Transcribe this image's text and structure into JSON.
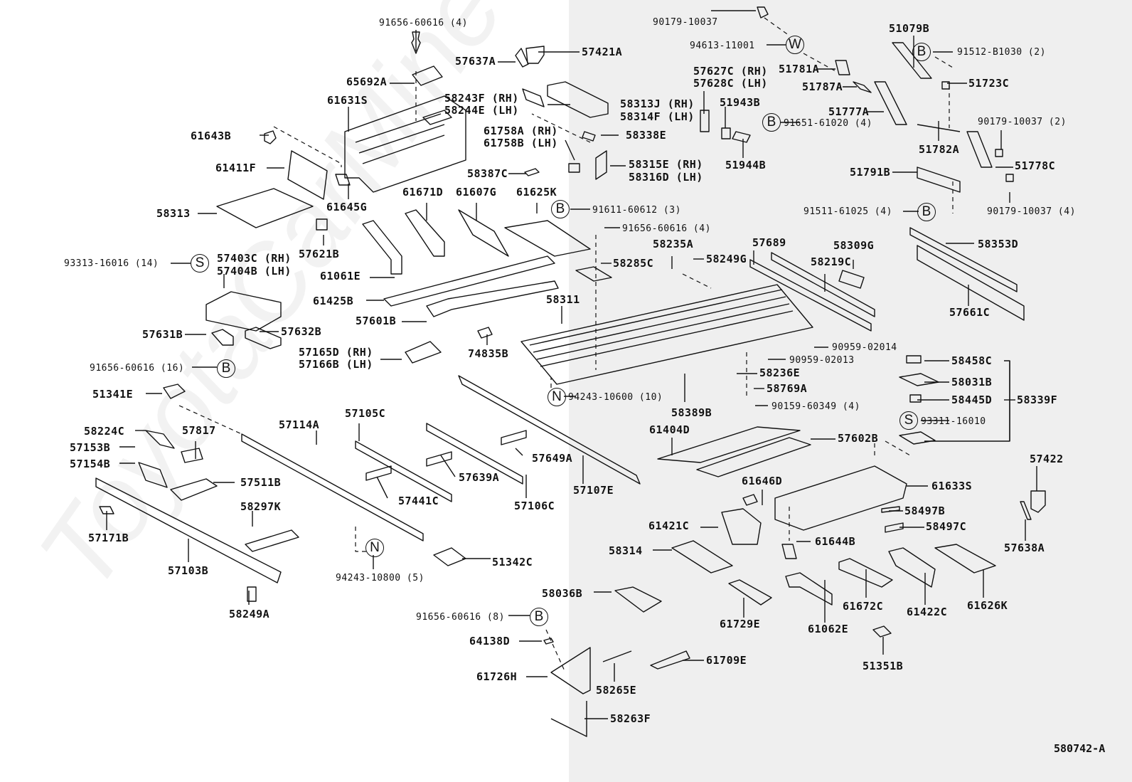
{
  "diagram": {
    "title": "Toyota floor pan & body parts exploded diagram",
    "diagram_id": "580742-A",
    "watermark": "ToyotaCarMine",
    "colors": {
      "left_bg": "#ffffff",
      "right_bg": "#efefef",
      "ink": "#111111"
    },
    "callout_symbols": [
      "B",
      "S",
      "N",
      "W"
    ],
    "labels": [
      {
        "id": "l1",
        "text": "91656-60616 (4)",
        "small": true
      },
      {
        "id": "l2",
        "text": "57637A"
      },
      {
        "id": "l3",
        "text": "57421A"
      },
      {
        "id": "l4",
        "text": "65692A"
      },
      {
        "id": "l5",
        "text": "61631S"
      },
      {
        "id": "l6",
        "text": "58243F (RH)"
      },
      {
        "id": "l7",
        "text": "58244E (LH)"
      },
      {
        "id": "l8",
        "text": "58313J (RH)"
      },
      {
        "id": "l9",
        "text": "58314F (LH)"
      },
      {
        "id": "l10",
        "text": "61643B"
      },
      {
        "id": "l11",
        "text": "61758A (RH)"
      },
      {
        "id": "l12",
        "text": "61758B (LH)"
      },
      {
        "id": "l13",
        "text": "58338E"
      },
      {
        "id": "l14",
        "text": "61411F"
      },
      {
        "id": "l15",
        "text": "58387C"
      },
      {
        "id": "l16",
        "text": "58315E (RH)"
      },
      {
        "id": "l17",
        "text": "58316D (LH)"
      },
      {
        "id": "l18",
        "text": "61645G"
      },
      {
        "id": "l19",
        "text": "61671D"
      },
      {
        "id": "l20",
        "text": "61607G"
      },
      {
        "id": "l21",
        "text": "61625K"
      },
      {
        "id": "l22",
        "text": "58313"
      },
      {
        "id": "l23",
        "text": "91611-60612 (3)",
        "small": true
      },
      {
        "id": "l24",
        "text": "91656-60616 (4)",
        "small": true
      },
      {
        "id": "l25",
        "text": "57621B"
      },
      {
        "id": "l26",
        "text": "93313-16016 (14)",
        "small": true
      },
      {
        "id": "l27",
        "text": "57403C (RH)"
      },
      {
        "id": "l28",
        "text": "57404B (LH)"
      },
      {
        "id": "l29",
        "text": "61061E"
      },
      {
        "id": "l30",
        "text": "58235A"
      },
      {
        "id": "l31",
        "text": "58249G"
      },
      {
        "id": "l32",
        "text": "58285C"
      },
      {
        "id": "l33",
        "text": "61425B"
      },
      {
        "id": "l34",
        "text": "58311"
      },
      {
        "id": "l35",
        "text": "57601B"
      },
      {
        "id": "l36",
        "text": "57631B"
      },
      {
        "id": "l37",
        "text": "57632B"
      },
      {
        "id": "l38",
        "text": "57165D (RH)"
      },
      {
        "id": "l39",
        "text": "57166B (LH)"
      },
      {
        "id": "l40",
        "text": "74835B"
      },
      {
        "id": "l41",
        "text": "91656-60616 (16)",
        "small": true
      },
      {
        "id": "l42",
        "text": "51341E"
      },
      {
        "id": "l43",
        "text": "58224C"
      },
      {
        "id": "l44",
        "text": "57817"
      },
      {
        "id": "l45",
        "text": "57114A"
      },
      {
        "id": "l46",
        "text": "57105C"
      },
      {
        "id": "l47",
        "text": "57153B"
      },
      {
        "id": "l48",
        "text": "57154B"
      },
      {
        "id": "l49",
        "text": "57511B"
      },
      {
        "id": "l50",
        "text": "58297K"
      },
      {
        "id": "l51",
        "text": "57171B"
      },
      {
        "id": "l52",
        "text": "57103B"
      },
      {
        "id": "l53",
        "text": "58249A"
      },
      {
        "id": "l54",
        "text": "57441C"
      },
      {
        "id": "l55",
        "text": "57639A"
      },
      {
        "id": "l56",
        "text": "57649A"
      },
      {
        "id": "l57",
        "text": "57106C"
      },
      {
        "id": "l58",
        "text": "57107E"
      },
      {
        "id": "l59",
        "text": "94243-10800 (5)",
        "small": true
      },
      {
        "id": "l60",
        "text": "51342C"
      },
      {
        "id": "l61",
        "text": "94243-10600 (10)",
        "small": true
      },
      {
        "id": "l62",
        "text": "58389B"
      },
      {
        "id": "l63",
        "text": "90179-10037",
        "small": true
      },
      {
        "id": "l64",
        "text": "94613-11001",
        "small": true
      },
      {
        "id": "l65",
        "text": "57627C (RH)"
      },
      {
        "id": "l66",
        "text": "57628C (LH)"
      },
      {
        "id": "l67",
        "text": "51781A"
      },
      {
        "id": "l68",
        "text": "51787A"
      },
      {
        "id": "l69",
        "text": "51943B"
      },
      {
        "id": "l70",
        "text": "51777A"
      },
      {
        "id": "l71",
        "text": "91651-61020 (4)",
        "small": true
      },
      {
        "id": "l72",
        "text": "51944B"
      },
      {
        "id": "l73",
        "text": "51079B"
      },
      {
        "id": "l74",
        "text": "91512-B1030 (2)",
        "small": true
      },
      {
        "id": "l75",
        "text": "51723C"
      },
      {
        "id": "l76",
        "text": "90179-10037 (2)",
        "small": true
      },
      {
        "id": "l77",
        "text": "51782A"
      },
      {
        "id": "l78",
        "text": "51778C"
      },
      {
        "id": "l79",
        "text": "51791B"
      },
      {
        "id": "l80",
        "text": "91511-61025 (4)",
        "small": true
      },
      {
        "id": "l81",
        "text": "90179-10037 (4)",
        "small": true
      },
      {
        "id": "l82",
        "text": "57689"
      },
      {
        "id": "l83",
        "text": "58309G"
      },
      {
        "id": "l84",
        "text": "58219C"
      },
      {
        "id": "l85",
        "text": "58353D"
      },
      {
        "id": "l86",
        "text": "57661C"
      },
      {
        "id": "l87",
        "text": "90959-02014",
        "small": true
      },
      {
        "id": "l88",
        "text": "90959-02013",
        "small": true
      },
      {
        "id": "l89",
        "text": "58236E"
      },
      {
        "id": "l90",
        "text": "58769A"
      },
      {
        "id": "l91",
        "text": "90159-60349 (4)",
        "small": true
      },
      {
        "id": "l92",
        "text": "58458C"
      },
      {
        "id": "l93",
        "text": "58031B"
      },
      {
        "id": "l94",
        "text": "58445D"
      },
      {
        "id": "l95",
        "text": "58339F"
      },
      {
        "id": "l96",
        "text": "93311-16010",
        "small": true
      },
      {
        "id": "l97",
        "text": "61404D"
      },
      {
        "id": "l98",
        "text": "57602B"
      },
      {
        "id": "l99",
        "text": "61646D"
      },
      {
        "id": "l100",
        "text": "61633S"
      },
      {
        "id": "l101",
        "text": "57422"
      },
      {
        "id": "l102",
        "text": "61421C"
      },
      {
        "id": "l103",
        "text": "58497B"
      },
      {
        "id": "l104",
        "text": "58497C"
      },
      {
        "id": "l105",
        "text": "57638A"
      },
      {
        "id": "l106",
        "text": "58314"
      },
      {
        "id": "l107",
        "text": "61644B"
      },
      {
        "id": "l108",
        "text": "58036B"
      },
      {
        "id": "l109",
        "text": "61729E"
      },
      {
        "id": "l110",
        "text": "61062E"
      },
      {
        "id": "l111",
        "text": "61672C"
      },
      {
        "id": "l112",
        "text": "61422C"
      },
      {
        "id": "l113",
        "text": "61626K"
      },
      {
        "id": "l114",
        "text": "91656-60616 (8)",
        "small": true
      },
      {
        "id": "l115",
        "text": "64138D"
      },
      {
        "id": "l116",
        "text": "61726H"
      },
      {
        "id": "l117",
        "text": "58265E"
      },
      {
        "id": "l118",
        "text": "61709E"
      },
      {
        "id": "l119",
        "text": "58263F"
      },
      {
        "id": "l120",
        "text": "51351B"
      }
    ]
  }
}
